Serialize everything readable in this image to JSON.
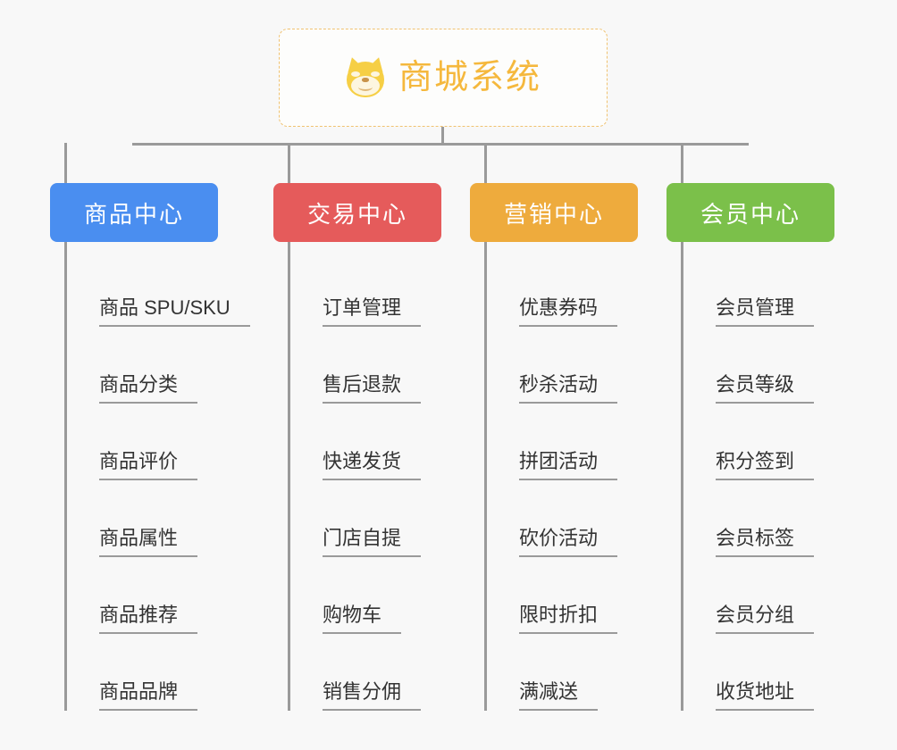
{
  "canvas": {
    "background": "#f8f8f8",
    "line_color": "#9a9a9a"
  },
  "root": {
    "title": "商城系统",
    "icon": "shiba-dog-face-icon",
    "text_color": "#f5b83d",
    "border_color": "#f0c270",
    "border_style": "dashed"
  },
  "branches": [
    {
      "id": "product-center",
      "label": "商品中心",
      "color": "#4a8ef0",
      "items": [
        "商品 SPU/SKU",
        "商品分类",
        "商品评价",
        "商品属性",
        "商品推荐",
        "商品品牌"
      ]
    },
    {
      "id": "trade-center",
      "label": "交易中心",
      "color": "#e55b5b",
      "items": [
        "订单管理",
        "售后退款",
        "快递发货",
        "门店自提",
        "购物车",
        "销售分佣"
      ]
    },
    {
      "id": "marketing-center",
      "label": "营销中心",
      "color": "#eeab3d",
      "items": [
        "优惠券码",
        "秒杀活动",
        "拼团活动",
        "砍价活动",
        "限时折扣",
        "满减送"
      ]
    },
    {
      "id": "member-center",
      "label": "会员中心",
      "color": "#7bc04a",
      "items": [
        "会员管理",
        "会员等级",
        "积分签到",
        "会员标签",
        "会员分组",
        "收货地址"
      ]
    }
  ]
}
